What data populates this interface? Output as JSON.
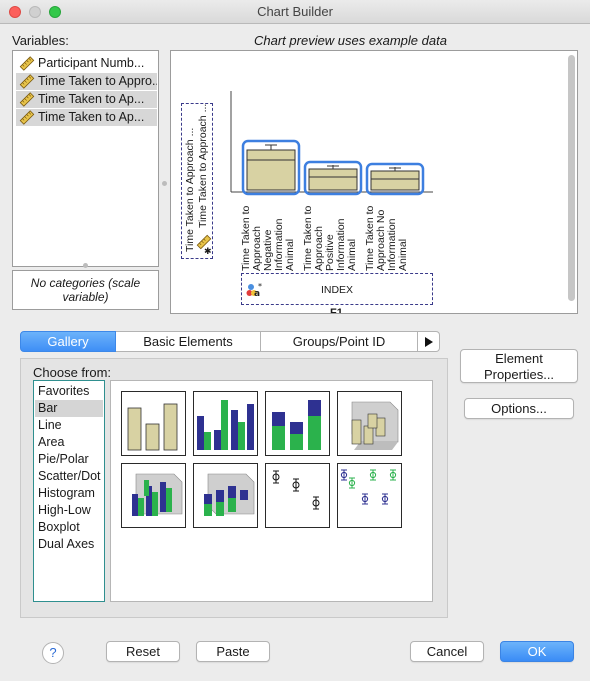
{
  "window": {
    "title": "Chart Builder"
  },
  "variables": {
    "label": "Variables:",
    "items": [
      {
        "label": "Participant Numb...",
        "selected": false,
        "icon": "scale-ruler-icon"
      },
      {
        "label": "Time Taken to Appro...",
        "selected": true,
        "icon": "scale-ruler-icon"
      },
      {
        "label": "Time Taken to Ap...",
        "selected": true,
        "icon": "scale-ruler-icon"
      },
      {
        "label": "Time Taken to Ap...",
        "selected": true,
        "icon": "scale-ruler-icon"
      }
    ],
    "categories_note": "No categories (scale variable)"
  },
  "preview": {
    "label": "Chart preview uses example data",
    "y_zone_labels": [
      "Time Taken to Approach ...",
      "Time Taken to Approach ..."
    ],
    "boxes": [
      {
        "label": "Time Taken to Approach Negative Information Animal"
      },
      {
        "label": "Time Taken to Approach Positive Information Animal"
      },
      {
        "label": "Time Taken to Approach No Information Animal"
      }
    ],
    "x_zone_label": "INDEX",
    "bottom_label": "F1"
  },
  "tabs": [
    {
      "label": "Gallery",
      "active": true
    },
    {
      "label": "Basic Elements",
      "active": false
    },
    {
      "label": "Groups/Point ID",
      "active": false
    }
  ],
  "tab_more_icon": "triangle-right-icon",
  "gallery": {
    "choose_label": "Choose from:",
    "types": [
      "Favorites",
      "Bar",
      "Line",
      "Area",
      "Pie/Polar",
      "Scatter/Dot",
      "Histogram",
      "High-Low",
      "Boxplot",
      "Dual Axes"
    ],
    "selected_type": "Bar"
  },
  "side_buttons": {
    "element_properties": "Element Properties...",
    "options": "Options..."
  },
  "footer": {
    "help": "?",
    "reset": "Reset",
    "paste": "Paste",
    "cancel": "Cancel",
    "ok": "OK"
  },
  "colors": {
    "accent": "#3e8ef6",
    "bar_khaki": "#d8d2a3",
    "bar_navy": "#2e3191",
    "bar_green": "#2bb24c",
    "selection_outline": "#3d7fe0"
  }
}
